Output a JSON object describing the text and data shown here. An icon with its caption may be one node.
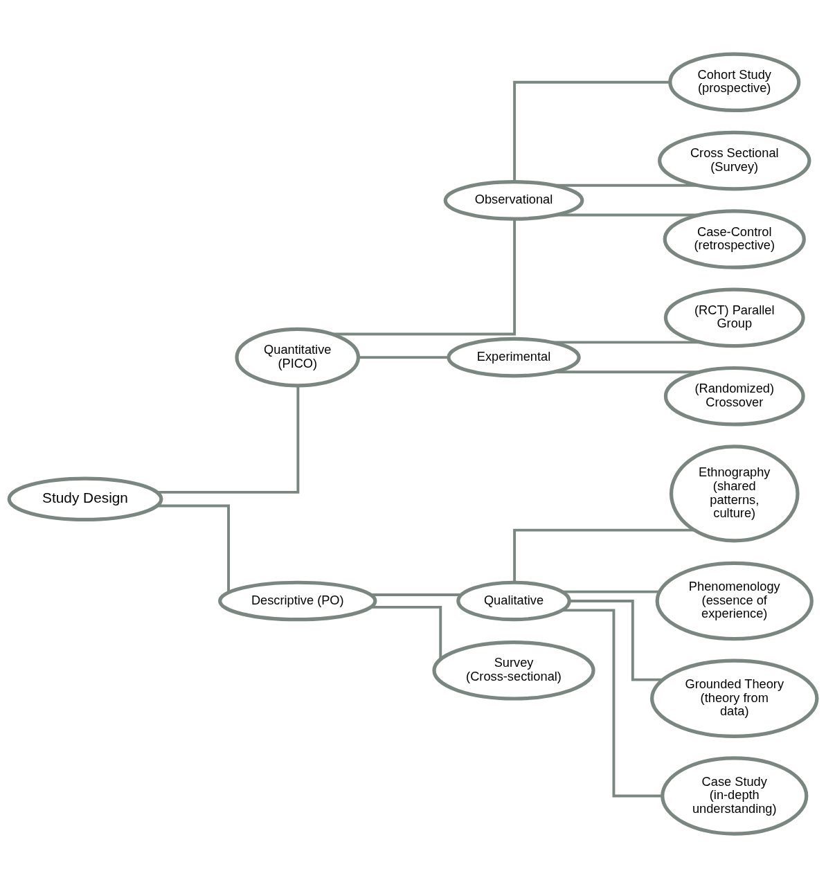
{
  "diagram": {
    "nodes": [
      {
        "text": [
          "Study Design"
        ]
      },
      {
        "text": [
          "Quantitative (PICO)"
        ]
      },
      {
        "text": [
          "Descriptive (PO)"
        ]
      },
      {
        "text": [
          "Observational"
        ]
      },
      {
        "text": [
          "Experimental"
        ]
      },
      {
        "text": [
          "Qualitative"
        ]
      },
      {
        "text": [
          "Survey (Cross-sectional)"
        ]
      },
      {
        "text": [
          "Cohort Study (prospective)"
        ]
      },
      {
        "text": [
          "Cross Sectional (Survey)"
        ]
      },
      {
        "text": [
          "Case-Control (retrospective)"
        ]
      },
      {
        "text": [
          "(RCT) Parallel Group"
        ]
      },
      {
        "text": [
          "(Randomized) Crossover"
        ]
      },
      {
        "text": [
          "Ethnography (shared patterns, culture)"
        ]
      },
      {
        "text": [
          "Phenomenology (essence of experience)"
        ]
      },
      {
        "text": [
          "Grounded Theory (theory from data)"
        ]
      },
      {
        "text": [
          "Case Study (in-depth understanding)"
        ]
      }
    ],
    "edges": [
      {
        "from": 0,
        "to": 1,
        "arrow": "none"
      },
      {
        "from": 0,
        "to": 2,
        "arrow": "none"
      },
      {
        "from": 1,
        "to": 3,
        "arrow": "none"
      },
      {
        "from": 1,
        "to": 4,
        "arrow": "none"
      },
      {
        "from": 2,
        "to": 5,
        "arrow": "none"
      },
      {
        "from": 2,
        "to": 6,
        "arrow": "none"
      },
      {
        "from": 3,
        "to": 7,
        "arrow": "none"
      },
      {
        "from": 3,
        "to": 8,
        "arrow": "none"
      },
      {
        "from": 3,
        "to": 9,
        "arrow": "none"
      },
      {
        "from": 4,
        "to": 10,
        "arrow": "none"
      },
      {
        "from": 4,
        "to": 11,
        "arrow": "none"
      },
      {
        "from": 5,
        "to": 12,
        "arrow": "none"
      },
      {
        "from": 5,
        "to": 13,
        "arrow": "none"
      },
      {
        "from": 5,
        "to": 14,
        "arrow": "none"
      },
      {
        "from": 5,
        "to": 15,
        "arrow": "none"
      }
    ]
  }
}
